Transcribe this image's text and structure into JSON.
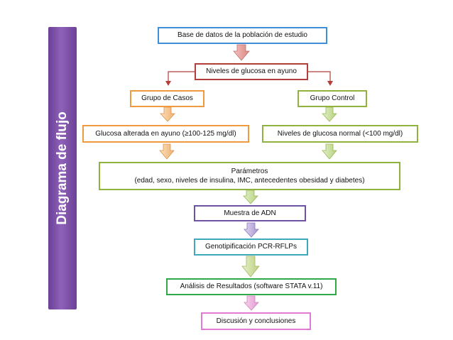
{
  "sidebar": {
    "title": "Diagrama de flujo"
  },
  "boxes": {
    "base": "Base de datos de la población de estudio",
    "niveles": "Niveles de glucosa en ayuno",
    "casos": "Grupo de Casos",
    "control": "Grupo Control",
    "glucosa_alterada": "Glucosa alterada en ayuno (≥100-125 mg/dl)",
    "glucosa_normal": "Niveles de glucosa normal (<100 mg/dl)",
    "parametros_title": "Parámetros",
    "parametros_detail": "(edad, sexo, niveles de insulina, IMC, antecedentes obesidad y diabetes)",
    "muestra": "Muestra de ADN",
    "genotipificacion": "Genotipificación PCR-RFLPs",
    "analisis": "Análisis de Resultados (software STATA v.11)",
    "discusion": "Discusión y conclusiones"
  },
  "colors": {
    "blue": "#3f8fd6",
    "red": "#b43f3a",
    "orange": "#ef9a3c",
    "green": "#8fb33e",
    "purple": "#6e53a4",
    "teal": "#3ea8bd",
    "dark_green": "#2fa84a",
    "pink": "#e07ad4",
    "sidebar": "#7a52a6"
  }
}
